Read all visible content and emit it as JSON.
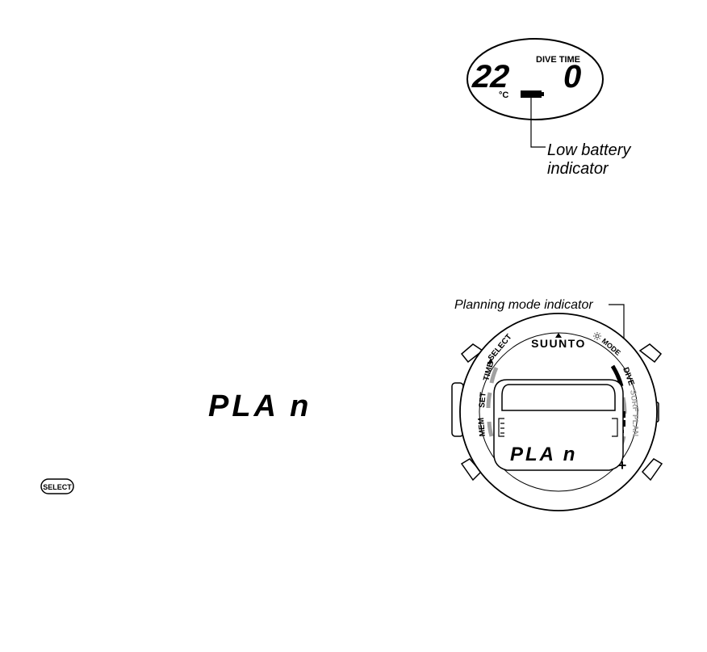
{
  "battery_figure": {
    "temperature": "22",
    "temperature_unit": "°C",
    "dive_time_label": "DIVE TIME",
    "dive_time_value": "0",
    "callout_line1": "Low battery",
    "callout_line2": "indicator"
  },
  "plan_display": {
    "text": "PLA n"
  },
  "select_button": {
    "label": "SELECT"
  },
  "watch": {
    "brand": "SUUNTO",
    "select_label": "SELECT",
    "mode_label": "MODE",
    "left_modes": [
      "TIME",
      "SET",
      "MEM"
    ],
    "right_modes": [
      "DIVE",
      "SURF",
      "PLAN"
    ],
    "lcd_text": "PLA n",
    "plus_symbol": "+",
    "callout": "Planning mode indicator"
  },
  "colors": {
    "ink": "#000000",
    "mode_grey": "#a0a0a0"
  }
}
